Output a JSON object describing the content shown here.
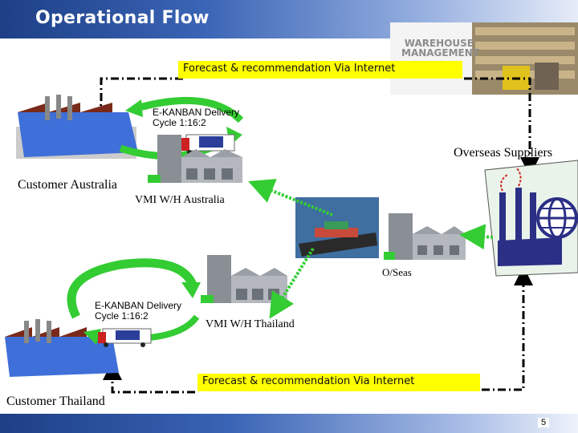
{
  "header": {
    "title": "Operational Flow"
  },
  "warehouse_logo": {
    "line1": "WAREHOUSE",
    "line2": "MANAGEMENT"
  },
  "forecast_top": "Forecast & recommendation Via Internet",
  "forecast_bottom": "Forecast & recommendation Via Internet",
  "kanban_top": {
    "line1": "E-KANBAN Delivery",
    "line2": "Cycle 1:16:2"
  },
  "kanban_bottom": {
    "line1": "E-KANBAN Delivery",
    "line2": "Cycle 1:16:2"
  },
  "labels": {
    "customer_australia": "Customer Australia",
    "customer_thailand": "Customer Thailand",
    "vmi_australia": "VMI W/H Australia",
    "vmi_thailand": "VMI W/H Thailand",
    "overseas": "O/Seas",
    "overseas_suppliers": "Overseas Suppliers"
  },
  "footer": {
    "page_number": "5"
  },
  "colors": {
    "forecast_highlight": "#ffff00",
    "arrow_green": "#33cc33",
    "flow_arrow_teal": "#2bb673",
    "header_blue": "#1d3f86"
  }
}
